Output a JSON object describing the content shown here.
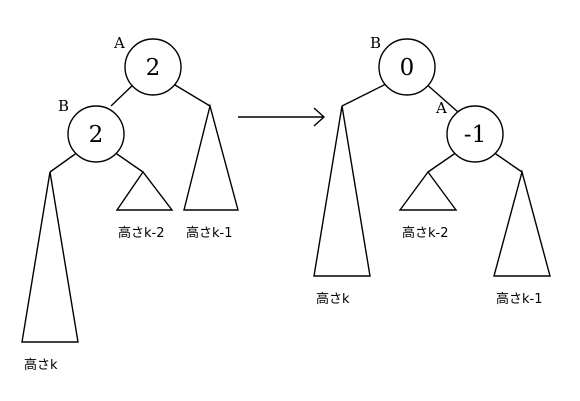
{
  "left": {
    "root": {
      "name": "A",
      "value": "2"
    },
    "child": {
      "name": "B",
      "value": "2"
    },
    "heights": {
      "big": "高さk",
      "small": "高さk-2",
      "right": "高さk-1"
    }
  },
  "right": {
    "root": {
      "name": "B",
      "value": "0"
    },
    "child": {
      "name": "A",
      "value": "-1"
    },
    "heights": {
      "big": "高さk",
      "small": "高さk-2",
      "right": "高さk-1"
    }
  }
}
